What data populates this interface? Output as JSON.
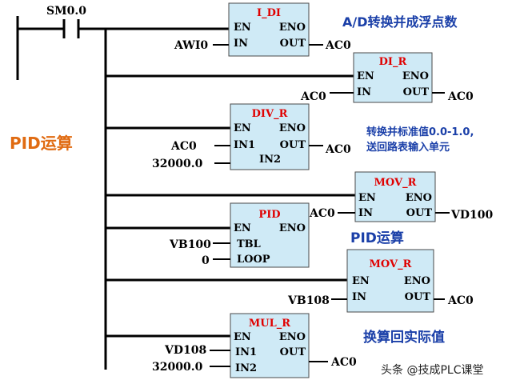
{
  "contact": {
    "label": "SM0.0"
  },
  "side_label": "PID运算",
  "notes": {
    "ad": "A/D转换并成浮点数",
    "normalize_line1": "转换并标准值0.0-1.0,",
    "normalize_line2": "送回路表输入单元",
    "pid": "PID运算",
    "back": "换算回实际值"
  },
  "watermark": "头条 @技成PLC课堂",
  "blocks": {
    "i_di": {
      "name": "I_DI",
      "en": "EN",
      "eno": "ENO",
      "in": "IN",
      "out": "OUT",
      "in_val": "AWI0",
      "out_val": "AC0"
    },
    "di_r": {
      "name": "DI_R",
      "en": "EN",
      "eno": "ENO",
      "in": "IN",
      "out": "OUT",
      "in_val": "AC0",
      "out_val": "AC0"
    },
    "div_r": {
      "name": "DIV_R",
      "en": "EN",
      "eno": "ENO",
      "in1": "IN1",
      "in2": "IN2",
      "out": "OUT",
      "in1_val": "AC0",
      "in2_val": "32000.0",
      "out_val": "AC0"
    },
    "mov_r1": {
      "name": "MOV_R",
      "en": "EN",
      "eno": "ENO",
      "in": "IN",
      "out": "OUT",
      "in_val": "AC0",
      "out_val": "VD100"
    },
    "pid": {
      "name": "PID",
      "en": "EN",
      "eno": "ENO",
      "tbl": "TBL",
      "loop": "LOOP",
      "tbl_val": "VB100",
      "loop_val": "0"
    },
    "mov_r2": {
      "name": "MOV_R",
      "en": "EN",
      "eno": "ENO",
      "in": "IN",
      "out": "OUT",
      "in_val": "VB108",
      "out_val": "AC0"
    },
    "mul_r": {
      "name": "MUL_R",
      "en": "EN",
      "eno": "ENO",
      "in1": "IN1",
      "in2": "IN2",
      "out": "OUT",
      "in1_val": "VD108",
      "in2_val": "32000.0",
      "out_val": "AC0"
    }
  }
}
